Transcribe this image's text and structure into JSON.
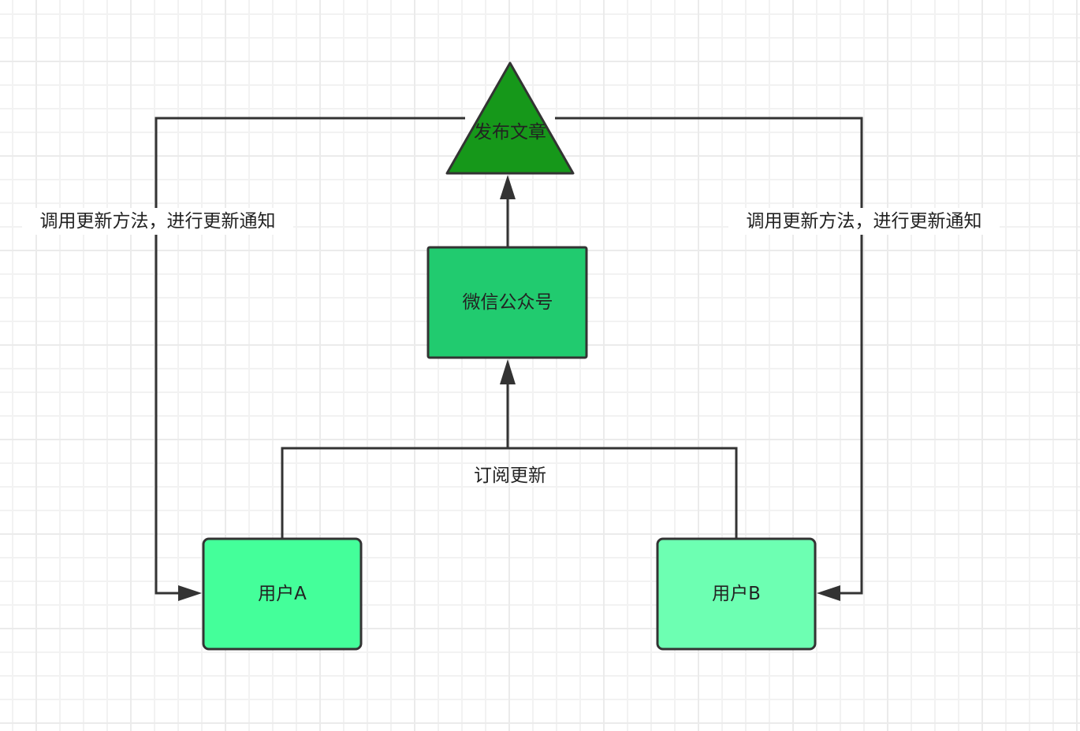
{
  "diagram": {
    "title": "",
    "nodes": {
      "publish": {
        "label": "发布文章",
        "shape": "triangle",
        "fill": "#16981a"
      },
      "wechat": {
        "label": "微信公众号",
        "shape": "rect",
        "fill": "#21cb6f"
      },
      "userA": {
        "label": "用户A",
        "shape": "rounded-rect",
        "fill": "#44ff9a"
      },
      "userB": {
        "label": "用户B",
        "shape": "rounded-rect",
        "fill": "#6dffb2"
      }
    },
    "edges": {
      "wechat_to_publish": {
        "from": "wechat",
        "to": "publish",
        "label": ""
      },
      "subscribe": {
        "from": [
          "userA",
          "userB"
        ],
        "to": "wechat",
        "label": "订阅更新"
      },
      "notify_left": {
        "from": "publish",
        "to": "userA",
        "label": "调用更新方法，进行更新通知"
      },
      "notify_right": {
        "from": "publish",
        "to": "userB",
        "label": "调用更新方法，进行更新通知"
      }
    },
    "colors": {
      "stroke": "#333333",
      "text": "#222222"
    }
  }
}
